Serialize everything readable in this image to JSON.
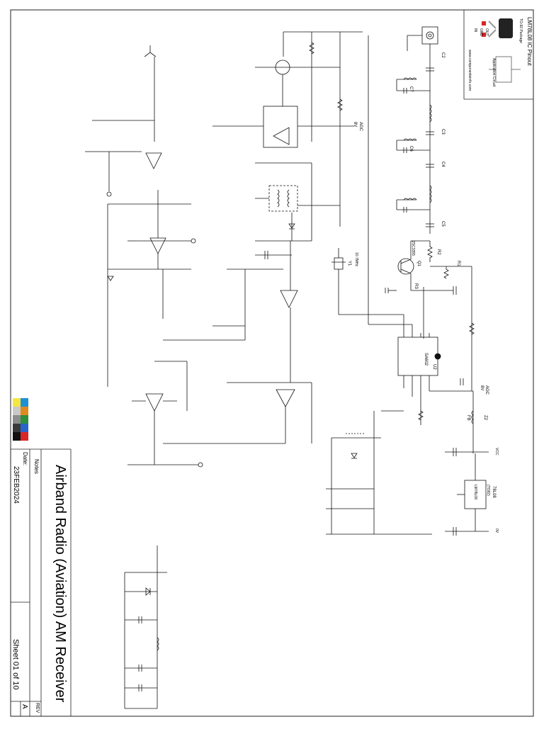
{
  "title_block": {
    "title": "Airband Radio (Aviation) AM Receiver",
    "notes_label": "Notes",
    "date_label": "Date:",
    "date": "23FEB2024",
    "sheet": "Sheet 01 of 10",
    "rev_label": "REV",
    "rev": "A"
  },
  "pinout": {
    "heading": "LM78L08 IC Pinout",
    "package": "TO-92 Package",
    "app_circuit": "Application Circuit",
    "url": "www.componentsinfo.com",
    "pins": [
      "OUT",
      "GND",
      "IN"
    ]
  },
  "swatches": [
    "#f5e642",
    "#1f8fd6",
    "#c9c9c9",
    "#e08a1e",
    "#8c8c8c",
    "#2f8f3a",
    "#3a3a3a",
    "#2a63c9",
    "#111111",
    "#d92626"
  ],
  "labels": {
    "c2": "C2",
    "c3": "C3",
    "c4": "C4",
    "c5": "C5",
    "c6": "C6",
    "c7": "C7",
    "q1": "Q1",
    "q1_part": "2SC3355",
    "r1": "R1",
    "r2": "R2",
    "r3": "R3",
    "u2": "U2",
    "u2_part": "SA602",
    "y1": "Y1",
    "y1_part": "10.7MHz",
    "fb": "FB",
    "z2": "Z2",
    "reg": "78L08",
    "reg_pkg": "(TO92)",
    "reg_part": "LM78L08",
    "agc": "AGC",
    "agc_v": "8V",
    "vcc": "VCC",
    "zero_v": "0V"
  }
}
